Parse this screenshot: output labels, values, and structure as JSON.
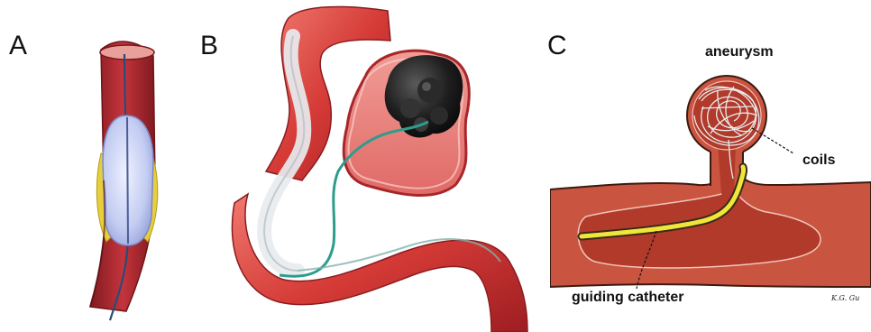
{
  "panels": {
    "a": {
      "letter": "A"
    },
    "b": {
      "letter": "B"
    },
    "c": {
      "letter": "C",
      "labels": {
        "aneurysm": "aneurysm",
        "coils": "coils",
        "guiding_catheter": "guiding catheter"
      },
      "signature": "K.G. Gu"
    }
  },
  "colors": {
    "vessel_dark": "#9a1f26",
    "vessel_mid": "#c7343a",
    "vessel_light": "#e9807a",
    "balloon": "#c9d2f4",
    "plaque": "#e7cf3c",
    "coil_mass": "#1b1b1b",
    "catheter_teal": "#2e9c8c",
    "catheter_yellow": "#f0e63a",
    "panel_c_vessel": "#c8503a",
    "panel_c_lumen": "#b23a2a"
  }
}
